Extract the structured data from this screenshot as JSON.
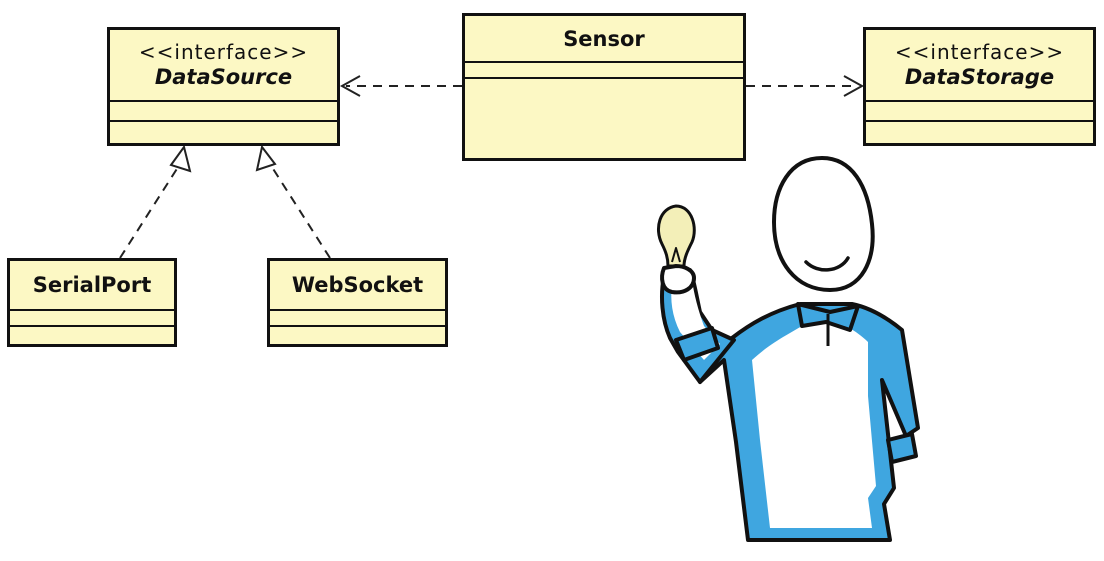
{
  "diagram": {
    "classes": {
      "data_source": {
        "stereotype": "<<interface>>",
        "name": "DataSource"
      },
      "sensor": {
        "stereotype": "",
        "name": "Sensor"
      },
      "data_storage": {
        "stereotype": "<<interface>>",
        "name": "DataStorage"
      },
      "serial_port": {
        "stereotype": "",
        "name": "SerialPort"
      },
      "web_socket": {
        "stereotype": "",
        "name": "WebSocket"
      }
    },
    "relations": [
      {
        "from": "Sensor",
        "to": "DataSource",
        "kind": "dependency"
      },
      {
        "from": "Sensor",
        "to": "DataStorage",
        "kind": "dependency"
      },
      {
        "from": "SerialPort",
        "to": "DataSource",
        "kind": "realization"
      },
      {
        "from": "WebSocket",
        "to": "DataSource",
        "kind": "realization"
      }
    ],
    "illustration": {
      "icon": "person-with-lightbulb-icon",
      "shirt_color": "#3fa6e0",
      "box_fill": "#fcf8c4"
    }
  }
}
